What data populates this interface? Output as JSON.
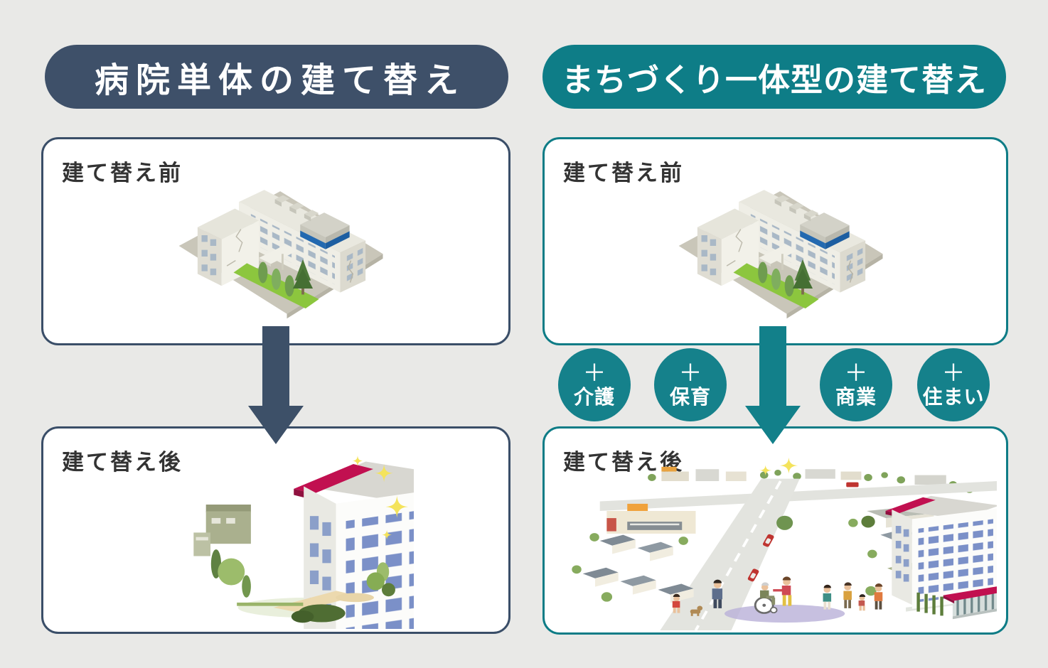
{
  "page": {
    "background": "#e9e9e7"
  },
  "colors": {
    "navy": "#3e5069",
    "teal": "#0e7d87",
    "circle_teal": "#15818b",
    "box_bg": "#ffffff",
    "label_text": "#333333"
  },
  "left_panel": {
    "title": "病院単体の建て替え",
    "before": {
      "label": "建て替え前"
    },
    "after": {
      "label": "建て替え後"
    }
  },
  "right_panel": {
    "title": "まちづくり一体型の建て替え",
    "before": {
      "label": "建て替え前"
    },
    "after": {
      "label": "建て替え後"
    },
    "additions": [
      {
        "plus": "＋",
        "label": "介護"
      },
      {
        "plus": "＋",
        "label": "保育"
      },
      {
        "plus": "＋",
        "label": "商業"
      },
      {
        "plus": "＋",
        "label": "住まい"
      }
    ]
  },
  "icons": {
    "left_arrow": "down-arrow",
    "right_arrow": "down-arrow",
    "old_hospital": "old-hospital-isometric-illustration",
    "new_hospital": "new-hospital-isometric-illustration",
    "town": "town-development-illustration"
  }
}
